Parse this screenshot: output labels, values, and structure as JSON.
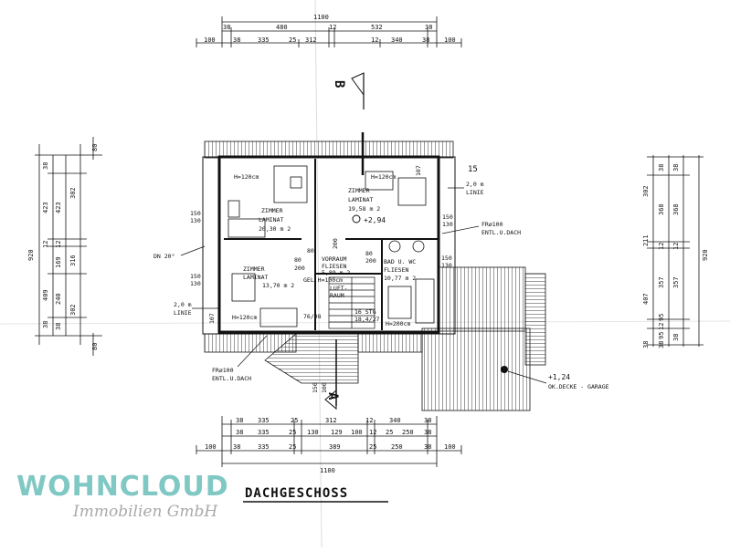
{
  "title": "DACHGESCHOSS",
  "logo": {
    "line1": "WOHNCLOUD",
    "line2": "Immobilien GmbH"
  },
  "section_marks": {
    "top": "B",
    "bottom": "A"
  },
  "top_dims": {
    "total": "1100",
    "row1": [
      "38",
      "480",
      "12",
      "532",
      "38"
    ],
    "row2": [
      "100",
      "38",
      "335",
      "25",
      "312",
      "12",
      "340",
      "38",
      "100"
    ]
  },
  "bottom_dims": {
    "total": "1100",
    "row1": [
      "38",
      "335",
      "25",
      "312",
      "12",
      "340",
      "38"
    ],
    "row2": [
      "38",
      "335",
      "25",
      "130",
      "129",
      "100",
      "12",
      "25",
      "250",
      "38"
    ],
    "row3": [
      "100",
      "38",
      "335",
      "25",
      "389",
      "25",
      "250",
      "38",
      "100"
    ]
  },
  "left_dims": {
    "total": "920",
    "top": "80",
    "bottom": "80",
    "inner": [
      "38",
      "423",
      "12",
      "409",
      "38"
    ],
    "inner2": [
      "302",
      "316",
      "302"
    ],
    "mid": [
      "423",
      "12",
      "169",
      "240",
      "38"
    ]
  },
  "right_dims": {
    "total": "920",
    "inner": [
      "302",
      "211",
      "407",
      "38"
    ],
    "mid": [
      "38",
      "368",
      "12",
      "357",
      "95",
      "12",
      "95",
      "38"
    ],
    "outer": [
      "38",
      "368",
      "12",
      "357",
      "38"
    ]
  },
  "rooms": {
    "r1": {
      "name": "ZIMMER",
      "floor": "LAMINAT",
      "area": "20,30 m 2"
    },
    "r2": {
      "name": "ZIMMER",
      "floor": "LAMINAT",
      "area": "19,58 m 2"
    },
    "r3": {
      "name": "ZIMMER",
      "floor": "LAMINAT",
      "area": "13,70 m 2"
    },
    "r4": {
      "name": "VORRAUM",
      "floor": "FLIESEN",
      "area": "5,89 m 2"
    },
    "r5": {
      "name": "BAD U. WC",
      "floor": "FLIESEN",
      "area": "10,77 m 2"
    }
  },
  "labels": {
    "h120a": "H=120cm",
    "h120b": "H=120cm",
    "h120c": "H=120cm",
    "h200": "H=200cm",
    "level": "+2,94",
    "level2": "+1,24",
    "garage": "OK.DECKE - GARAGE",
    "fr1": "FRø100",
    "fr1b": "ENTL.U.DACH",
    "fr2": "FRø100",
    "fr2b": "ENTL.U.DACH",
    "dn": "DN 20°",
    "linie1": "2,0 m",
    "linie1b": "LINIE",
    "linie2": "2,0 m",
    "linie2b": "LINIE",
    "gel": "GEL.H=100cm",
    "luft": "LUFT-",
    "raum": "RAUM",
    "stg": "16 STG",
    "stg2": "18,4/27",
    "n15": "15",
    "d150a": "150",
    "d130a": "130",
    "d150b": "150",
    "d130b": "130",
    "d150c": "150",
    "d130c": "130",
    "d150d": "150",
    "d130d": "130",
    "d80a": "80",
    "d80b": "80",
    "d200a": "200",
    "d200b": "200",
    "d107a": "107",
    "d107b": "107",
    "d8088": "76/98",
    "d80c": "80",
    "d200c": "200",
    "d150e": "150",
    "d100": "100"
  }
}
